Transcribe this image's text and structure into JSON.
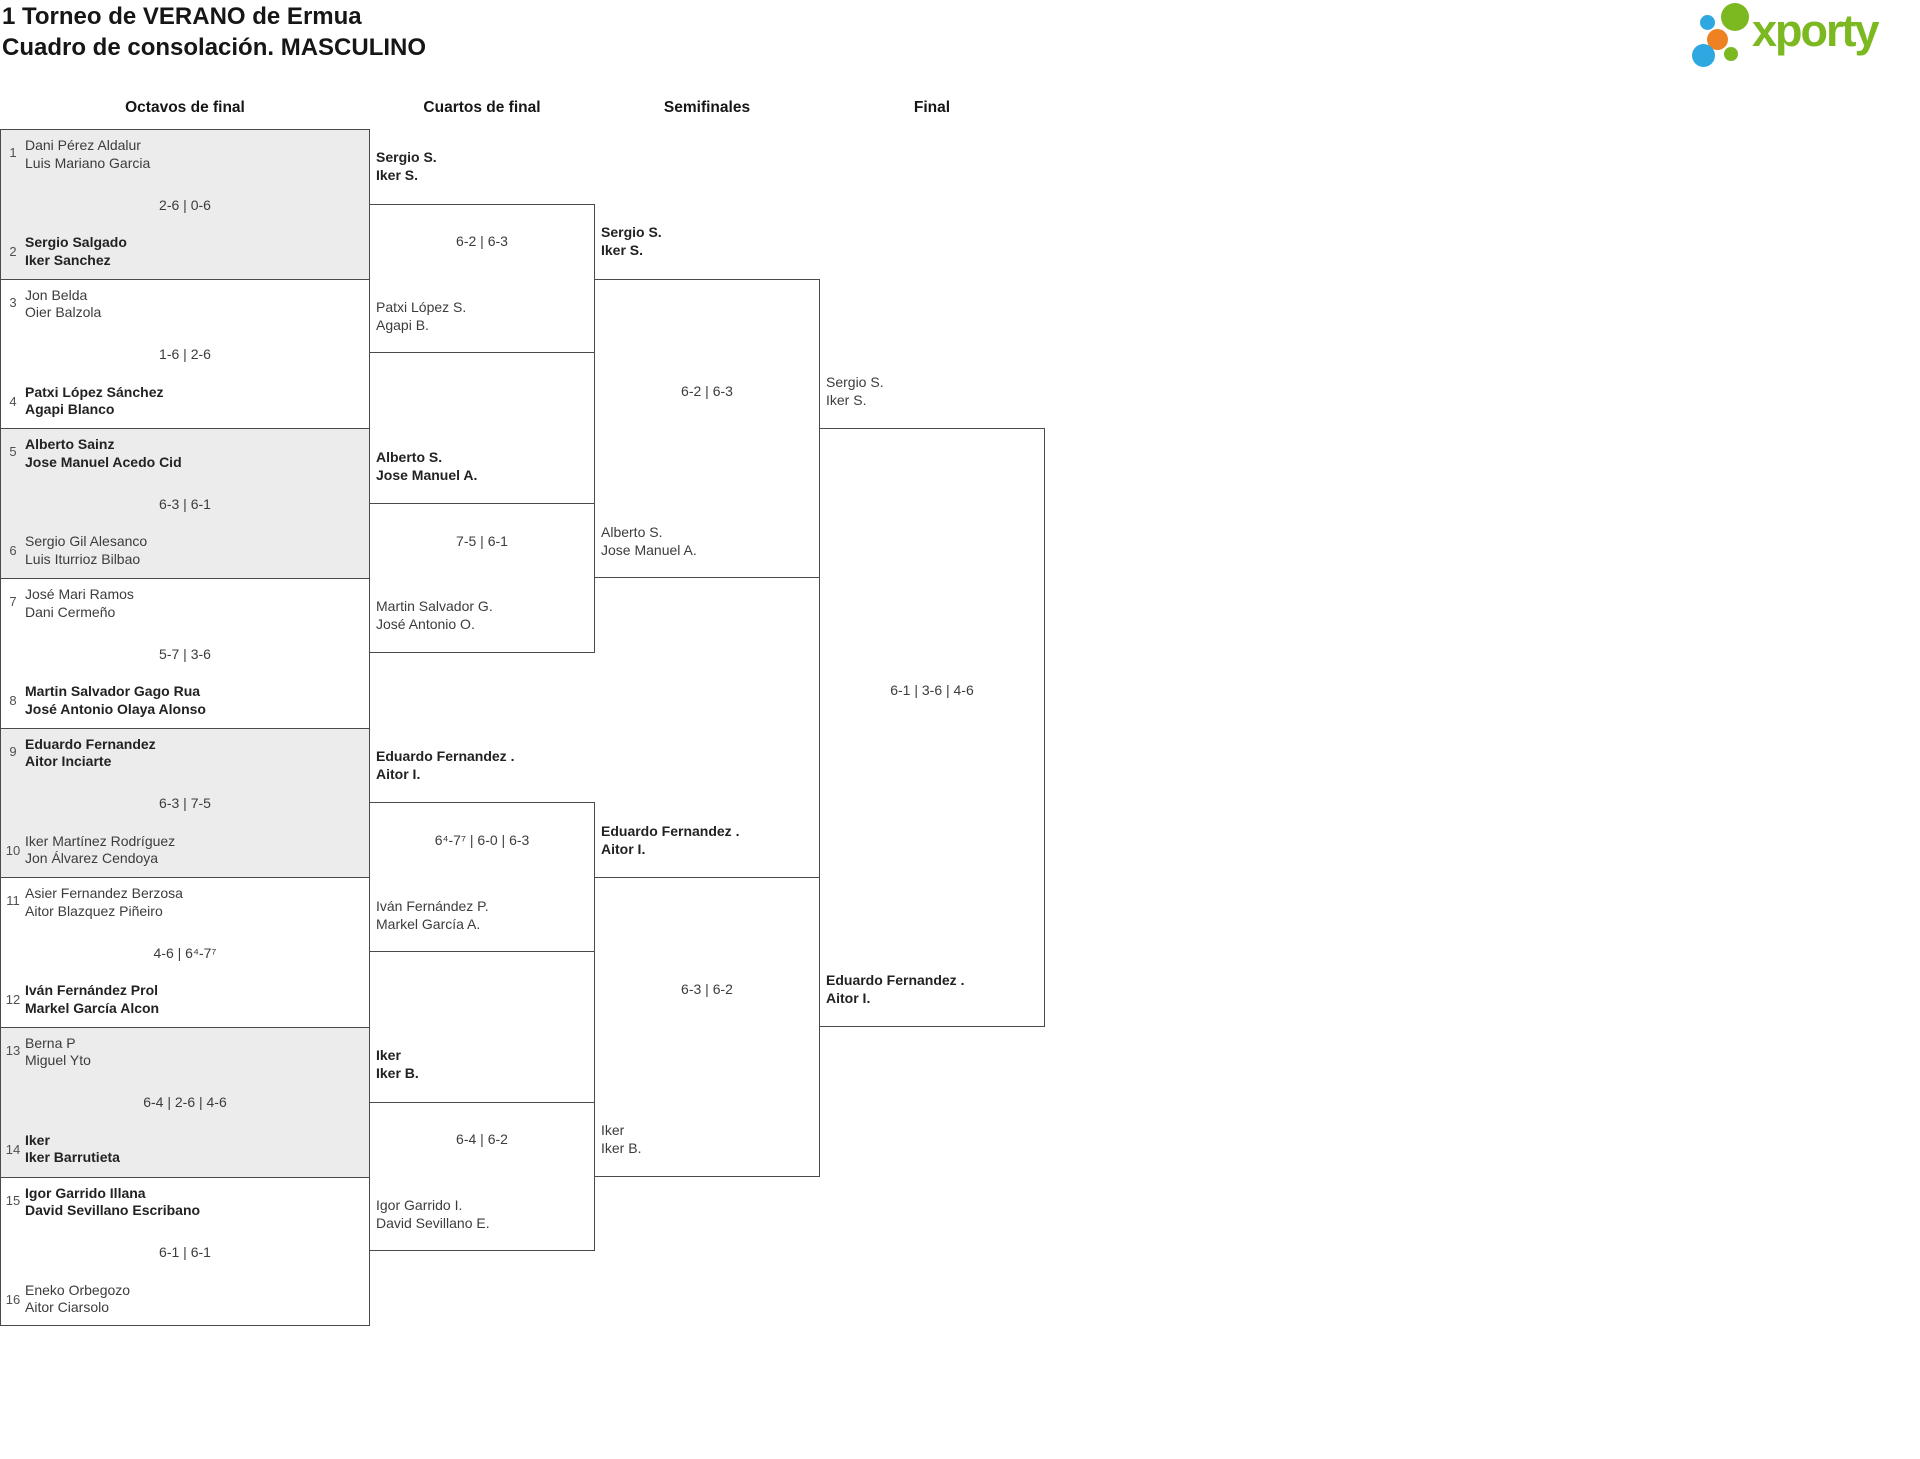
{
  "title": {
    "line1": "1 Torneo de VERANO de Ermua",
    "line2": "Cuadro de consolación. MASCULINO"
  },
  "logo": {
    "text": "xporty",
    "colors": {
      "green": "#7cb820",
      "blue": "#2fa8e1",
      "orange": "#ee8222"
    }
  },
  "colors": {
    "border": "#4a4a4a",
    "match_alt_background": "#ececec",
    "text": "#3c3c3c"
  },
  "round_headers": [
    "Octavos de final",
    "Cuartos de final",
    "Semifinales",
    "Final"
  ],
  "octavos": [
    {
      "seed1": "1",
      "team1": [
        "Dani Pérez Aldalur",
        "Luis Mariano Garcia"
      ],
      "score": "2-6 | 0-6",
      "seed2": "2",
      "team2": [
        "Sergio Salgado",
        "Iker Sanchez"
      ],
      "winner": 2
    },
    {
      "seed1": "3",
      "team1": [
        "Jon Belda",
        "Oier Balzola"
      ],
      "score": "1-6 | 2-6",
      "seed2": "4",
      "team2": [
        "Patxi López Sánchez",
        "Agapi Blanco"
      ],
      "winner": 2
    },
    {
      "seed1": "5",
      "team1": [
        "Alberto Sainz",
        "Jose Manuel Acedo Cid"
      ],
      "score": "6-3 | 6-1",
      "seed2": "6",
      "team2": [
        "Sergio Gil Alesanco",
        "Luis Iturrioz Bilbao"
      ],
      "winner": 1
    },
    {
      "seed1": "7",
      "team1": [
        "José Mari Ramos",
        "Dani Cermeño"
      ],
      "score": "5-7 | 3-6",
      "seed2": "8",
      "team2": [
        "Martin Salvador Gago Rua",
        "José Antonio Olaya Alonso"
      ],
      "winner": 2
    },
    {
      "seed1": "9",
      "team1": [
        "Eduardo Fernandez",
        "Aitor Inciarte"
      ],
      "score": "6-3 | 7-5",
      "seed2": "10",
      "team2": [
        "Iker Martínez Rodríguez",
        "Jon Álvarez Cendoya"
      ],
      "winner": 1
    },
    {
      "seed1": "11",
      "team1": [
        "Asier Fernandez Berzosa",
        "Aitor Blazquez Piñeiro"
      ],
      "score": "4-6 | 6⁴-7⁷",
      "seed2": "12",
      "team2": [
        "Iván Fernández Prol",
        "Markel García Alcon"
      ],
      "winner": 2
    },
    {
      "seed1": "13",
      "team1": [
        "Berna P",
        "Miguel Yto"
      ],
      "score": "6-4 | 2-6 | 4-6",
      "seed2": "14",
      "team2": [
        "Iker",
        "Iker Barrutieta"
      ],
      "winner": 2
    },
    {
      "seed1": "15",
      "team1": [
        "Igor Garrido Illana",
        "David Sevillano Escribano"
      ],
      "score": "6-1 | 6-1",
      "seed2": "16",
      "team2": [
        "Eneko Orbegozo",
        "Aitor Ciarsolo"
      ],
      "winner": 1
    }
  ],
  "cuartos": [
    {
      "team1": [
        "Sergio S.",
        "Iker S."
      ],
      "score": "6-2 | 6-3",
      "team2": [
        "Patxi López S.",
        "Agapi B."
      ],
      "winner": 1
    },
    {
      "team1": [
        "Alberto S.",
        "Jose Manuel A."
      ],
      "score": "7-5 | 6-1",
      "team2": [
        "Martin Salvador G.",
        "José Antonio O."
      ],
      "winner": 1
    },
    {
      "team1": [
        "Eduardo Fernandez .",
        "Aitor I."
      ],
      "score": "6⁴-7⁷ | 6-0 | 6-3",
      "team2": [
        "Iván Fernández P.",
        "Markel García A."
      ],
      "winner": 1
    },
    {
      "team1": [
        "Iker",
        "Iker B."
      ],
      "score": "6-4 | 6-2",
      "team2": [
        "Igor Garrido I.",
        "David Sevillano E."
      ],
      "winner": 1
    }
  ],
  "semifinales": [
    {
      "team1": [
        "Sergio S.",
        "Iker S."
      ],
      "score": "6-2 | 6-3",
      "team2": [
        "Alberto S.",
        "Jose Manuel A."
      ],
      "winner": 1
    },
    {
      "team1": [
        "Eduardo Fernandez .",
        "Aitor I."
      ],
      "score": "6-3 | 6-2",
      "team2": [
        "Iker",
        "Iker B."
      ],
      "winner": 1
    }
  ],
  "final": {
    "team1": [
      "Sergio S.",
      "Iker S."
    ],
    "score": "6-1 | 3-6 | 4-6",
    "team2": [
      "Eduardo Fernandez .",
      "Aitor I."
    ],
    "winner": 2
  }
}
